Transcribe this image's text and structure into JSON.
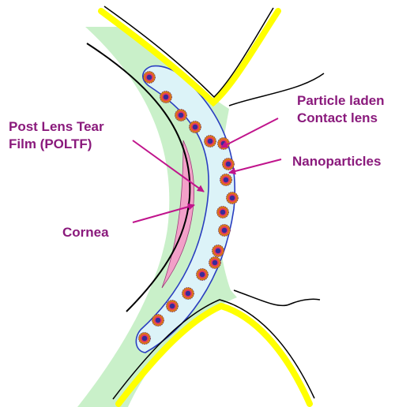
{
  "labels": {
    "poltf_line1": "Post Lens Tear",
    "poltf_line2": "Film (POLTF)",
    "cornea": "Cornea",
    "contact_line1": "Particle laden",
    "contact_line2": "Contact lens",
    "nanoparticles": "Nanoparticles"
  },
  "colors": {
    "label_text": "#8a1a7c",
    "arrow": "#c0148c",
    "tear_film": "#c9f0c9",
    "contact_lens": "#dcf3f8",
    "cornea": "#f2a0c8",
    "eyelid": "#ffff00",
    "outline": "#000000",
    "lens_outline": "#2a3ec0",
    "particle_ring": "#d87818",
    "particle_core": "#3a2a9a"
  }
}
